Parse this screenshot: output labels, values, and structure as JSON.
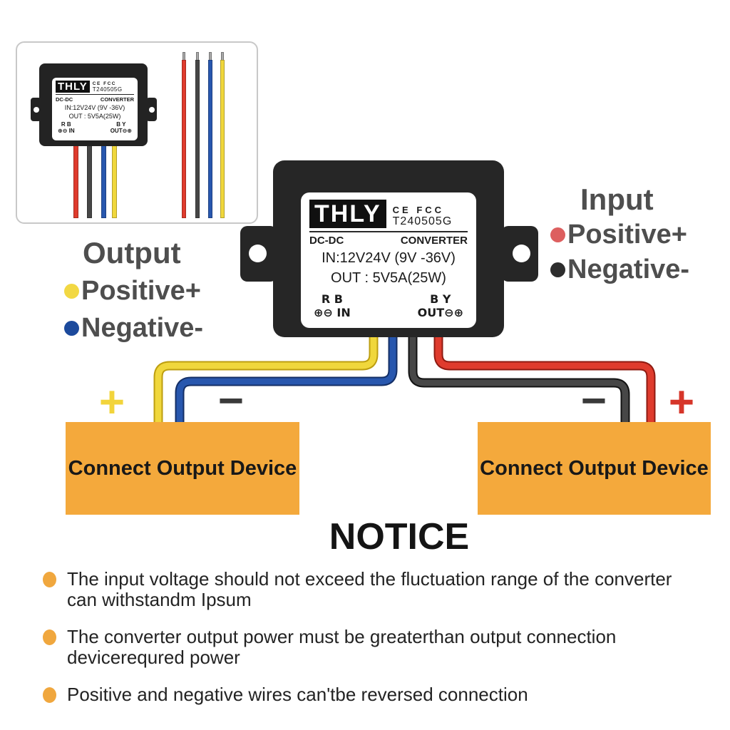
{
  "device_label": {
    "brand": "THLY",
    "cert": "CE FCC",
    "model": "T240505G",
    "type_left": "DC-DC",
    "type_right": "CONVERTER",
    "input_spec": "IN:12V24V  (9V -36V)",
    "output_spec": "OUT : 5V5A(25W)",
    "in_letters": "R B",
    "in_polarity": "⊕⊖ IN",
    "out_letters": "B Y",
    "out_polarity": "OUT⊖⊕"
  },
  "legend_output": {
    "title": "Output",
    "items": [
      {
        "label": "Positive+",
        "color": "#f2d843"
      },
      {
        "label": "Negative-",
        "color": "#1c4a9c"
      }
    ]
  },
  "legend_input": {
    "title": "Input",
    "items": [
      {
        "label": "Positive+",
        "color": "#dd5f5f"
      },
      {
        "label": "Negative-",
        "color": "#2d2d2d"
      }
    ]
  },
  "devices": {
    "left_label": "Connect Output Device",
    "right_label": "Connect Output Device"
  },
  "polarity_marks": {
    "left_plus": "+",
    "left_minus": "−",
    "right_minus": "−",
    "right_plus": "+"
  },
  "notice": {
    "title": "NOTICE",
    "items": [
      {
        "lines": [
          "The input voltage should not exceed the fluctuation range of the converter",
          "can withstandm Ipsum"
        ]
      },
      {
        "lines": [
          "The converter output power must be greaterthan output connection",
          "devicerequred power"
        ]
      },
      {
        "lines": [
          "Positive and negative wires can'tbe reversed connection"
        ]
      }
    ]
  },
  "colors": {
    "wire_yellow": "#f0d73c",
    "wire_yellow_dark": "#bd9e10",
    "wire_blue": "#2857ae",
    "wire_blue_dark": "#142f66",
    "wire_red": "#df3b2d",
    "wire_red_dark": "#8f1b12",
    "wire_black": "#474747",
    "wire_black_dark": "#131313",
    "device_box_orange": "#f4a93c",
    "bullet_orange": "#f0a73e",
    "plus_left": "#f2d43b",
    "minus_left": "#3a3a3a",
    "minus_right": "#3a3a3a",
    "plus_right": "#d63529"
  }
}
